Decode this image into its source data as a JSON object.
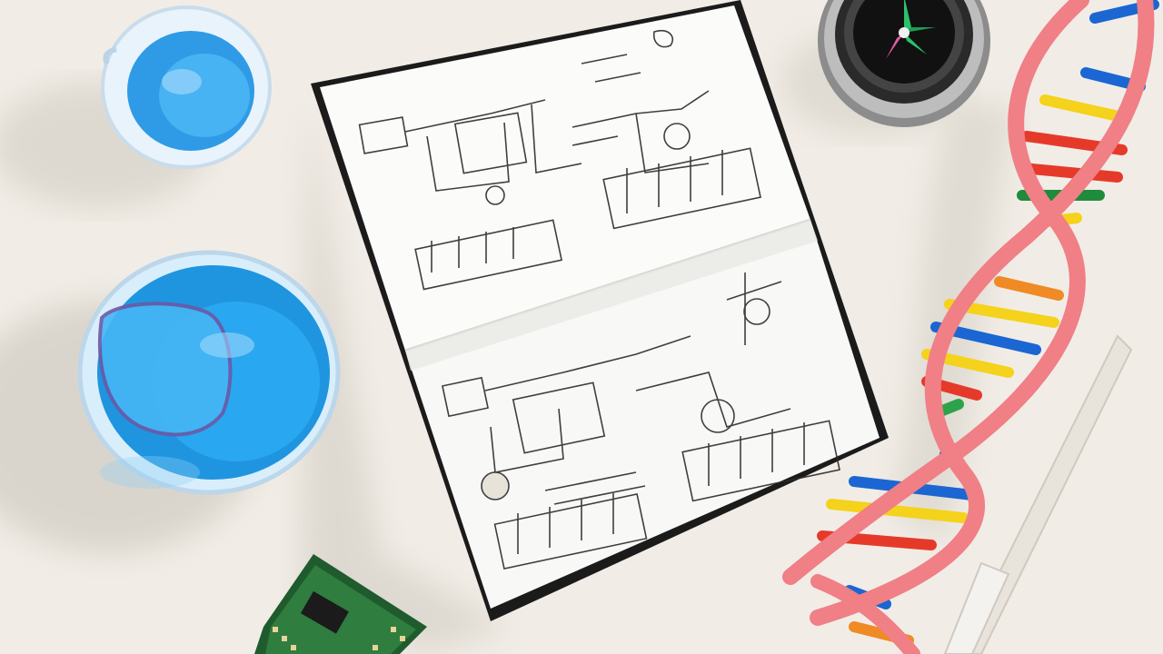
{
  "scene": {
    "objects": [
      {
        "id": "beaker-small",
        "icon": "beaker-icon",
        "color": "#2f9be6"
      },
      {
        "id": "beaker-large",
        "icon": "beaker-icon",
        "color": "#1f95e0"
      },
      {
        "id": "notebook",
        "icon": "notebook-icon",
        "color": "#1b1b1b"
      },
      {
        "id": "compass",
        "icon": "compass-icon",
        "color": "#2a2a2a"
      },
      {
        "id": "dna-model",
        "icon": "dna-helix-icon",
        "color": "#f07f86"
      },
      {
        "id": "pen",
        "icon": "pen-icon",
        "color": "#e8e4dc"
      },
      {
        "id": "circuit-board",
        "icon": "circuit-board-icon",
        "color": "#1f5b2d"
      }
    ],
    "colors": {
      "tabletop": "#f1ede6",
      "liquid": "#1f95e0",
      "dna_backbone": "#f07f86",
      "pcb": "#1f5b2d"
    }
  }
}
